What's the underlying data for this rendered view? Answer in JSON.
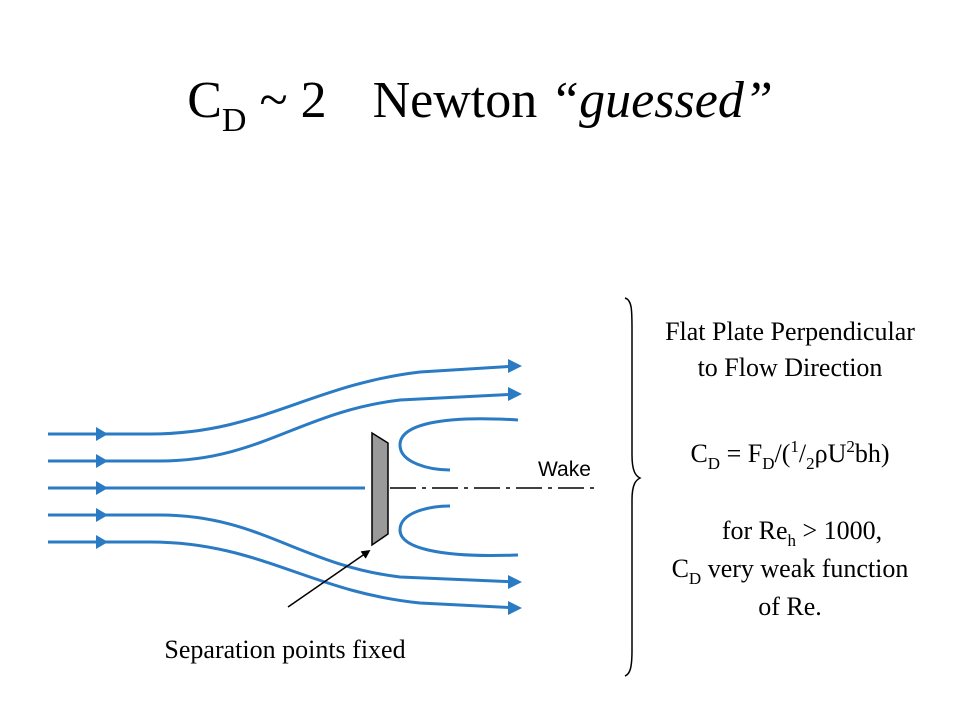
{
  "title": {
    "cd_main": "C",
    "cd_sub": "D",
    "approx": " ~ 2",
    "newton": "Newton ",
    "guessed": "“guessed”"
  },
  "diagram": {
    "wake_label": "Wake",
    "separation_label": "Separation points fixed",
    "flow_color": "#2b7bc4",
    "plate_color": "#9a9a9a"
  },
  "side": {
    "heading_line1": "Flat Plate Perpendicular",
    "heading_line2": "to Flow Direction",
    "formula": {
      "c": "C",
      "d_sub": "D",
      "eq": " = F",
      "d_sub2": "D",
      "open": "/(",
      "one": "1",
      "slash": "/",
      "two": "2",
      "rho": "ρU",
      "sq": "2",
      "tail": "bh)"
    },
    "note": {
      "for": "for Re",
      "h_sub": "h",
      "gt": " > 1000,",
      "c": "C",
      "d_sub": "D",
      "rest": " very weak function",
      "line3": "of Re."
    }
  }
}
